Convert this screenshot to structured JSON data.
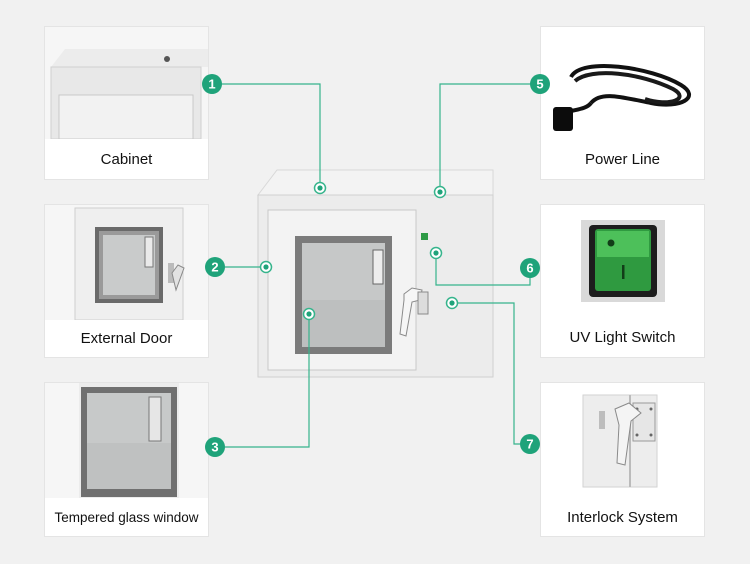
{
  "colors": {
    "accent": "#1fa37a",
    "leader": "#36b48c",
    "background": "#f1f1f1"
  },
  "components": [
    {
      "number": "1",
      "label": "Cabinet"
    },
    {
      "number": "2",
      "label": "External Door"
    },
    {
      "number": "3",
      "label": "Tempered glass window"
    },
    {
      "number": "5",
      "label": "Power Line"
    },
    {
      "number": "6",
      "label": "UV Light Switch"
    },
    {
      "number": "7",
      "label": "Interlock System"
    }
  ]
}
